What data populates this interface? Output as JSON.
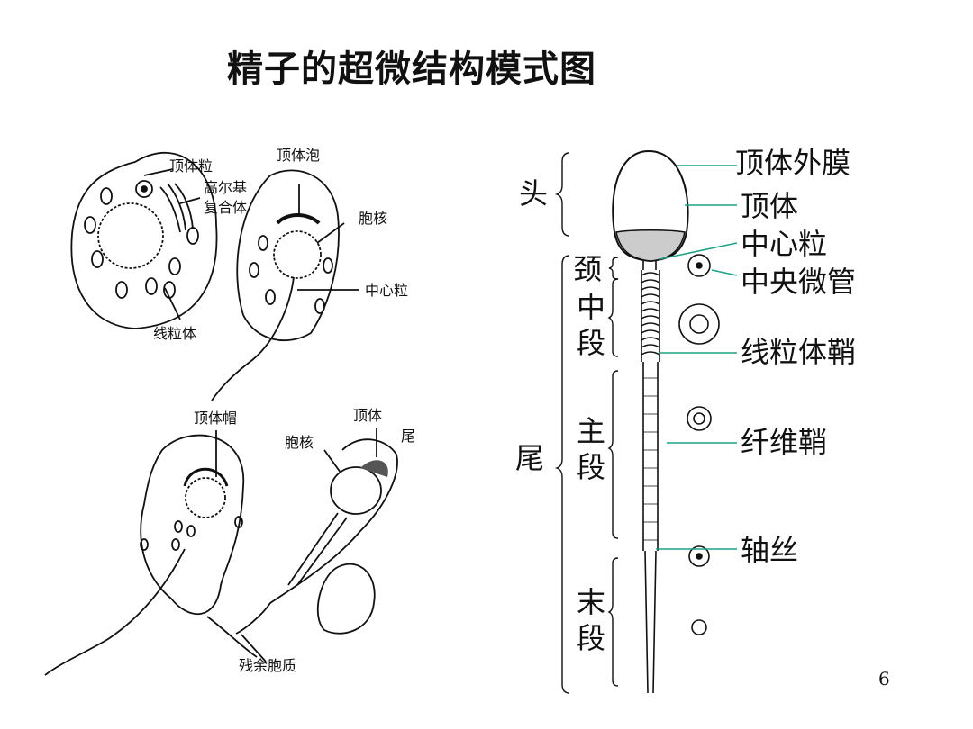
{
  "title": "精子的超微结构模式图",
  "page_number": "6",
  "left_figure": {
    "cell1": {
      "acrosome_granule": "顶体粒",
      "golgi_line1": "高尔基",
      "golgi_line2": "复合体",
      "mitochondria": "线粒体"
    },
    "cell2": {
      "acrosome_vesicle": "顶体泡",
      "nucleus": "胞核",
      "centriole": "中心粒"
    },
    "cell3": {
      "acrosome_cap": "顶体帽"
    },
    "cell4": {
      "nucleus": "胞核",
      "acrosome": "顶体",
      "tail": "尾"
    },
    "residual_body": "残余胞质"
  },
  "right_figure": {
    "regions": {
      "head": "头",
      "neck": "颈",
      "middle_1": "中",
      "middle_2": "段",
      "tail": "尾",
      "principal_1": "主",
      "principal_2": "段",
      "end_1": "末",
      "end_2": "段"
    },
    "labels": {
      "outer_acrosomal_membrane": "顶体外膜",
      "acrosome": "顶体",
      "centriole": "中心粒",
      "central_microtubule": "中央微管",
      "mitochondrial_sheath": "线粒体鞘",
      "fibrous_sheath": "纤维鞘",
      "axoneme": "轴丝"
    }
  },
  "colors": {
    "leader_line": "#1aa38a",
    "ink": "#111111"
  }
}
